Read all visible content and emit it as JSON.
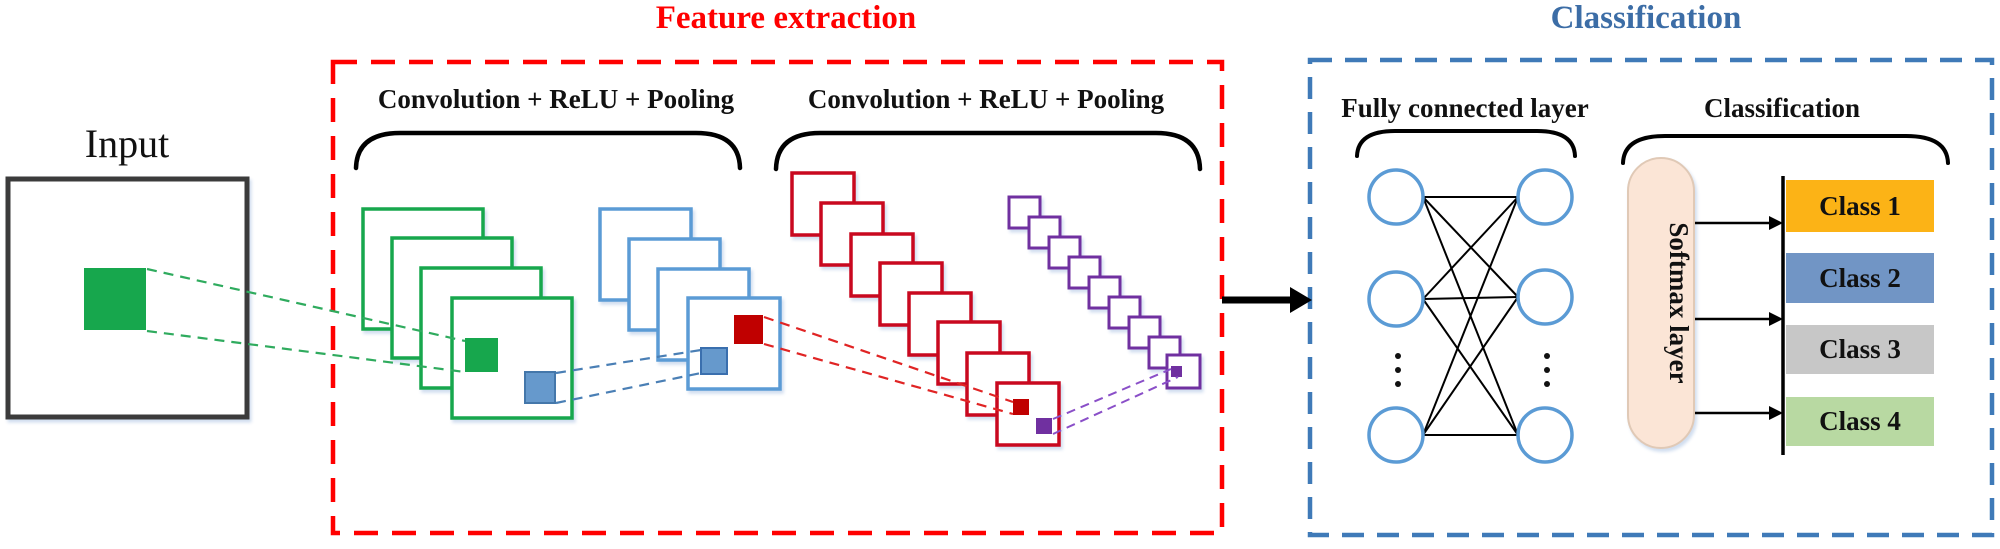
{
  "titles": {
    "feature_extraction": "Feature extraction",
    "classification": "Classification"
  },
  "input": {
    "label": "Input"
  },
  "stages": {
    "conv1_label": "Convolution + ReLU + Pooling",
    "conv2_label": "Convolution + ReLU + Pooling",
    "fc_label": "Fully connected layer",
    "classification_label": "Classification"
  },
  "softmax": {
    "label": "Softmax layer"
  },
  "classification": {
    "classes": [
      {
        "label": "Class 1",
        "color": "#fcb316"
      },
      {
        "label": "Class 2",
        "color": "#7195c5"
      },
      {
        "label": "Class 3",
        "color": "#c7c7c7"
      },
      {
        "label": "Class 4",
        "color": "#b8d9a2"
      }
    ]
  },
  "colors": {
    "title_red": "#ff0000",
    "title_blue": "#3c6da6",
    "feature_box_stroke": "#ff0000",
    "classification_box_stroke": "#3f7ab8",
    "conv1_green": "#17a74d",
    "pool1_blue": "#5b9bd5",
    "conv2_red": "#c9081f",
    "pool2_purple": "#7030a0",
    "input_patch_green": "#17a74d",
    "patch_blue_fill": "#6699cc",
    "patch_red_fill": "#c00000",
    "softmax_fill": "#fbe5d6",
    "arrow_black": "#000000"
  }
}
